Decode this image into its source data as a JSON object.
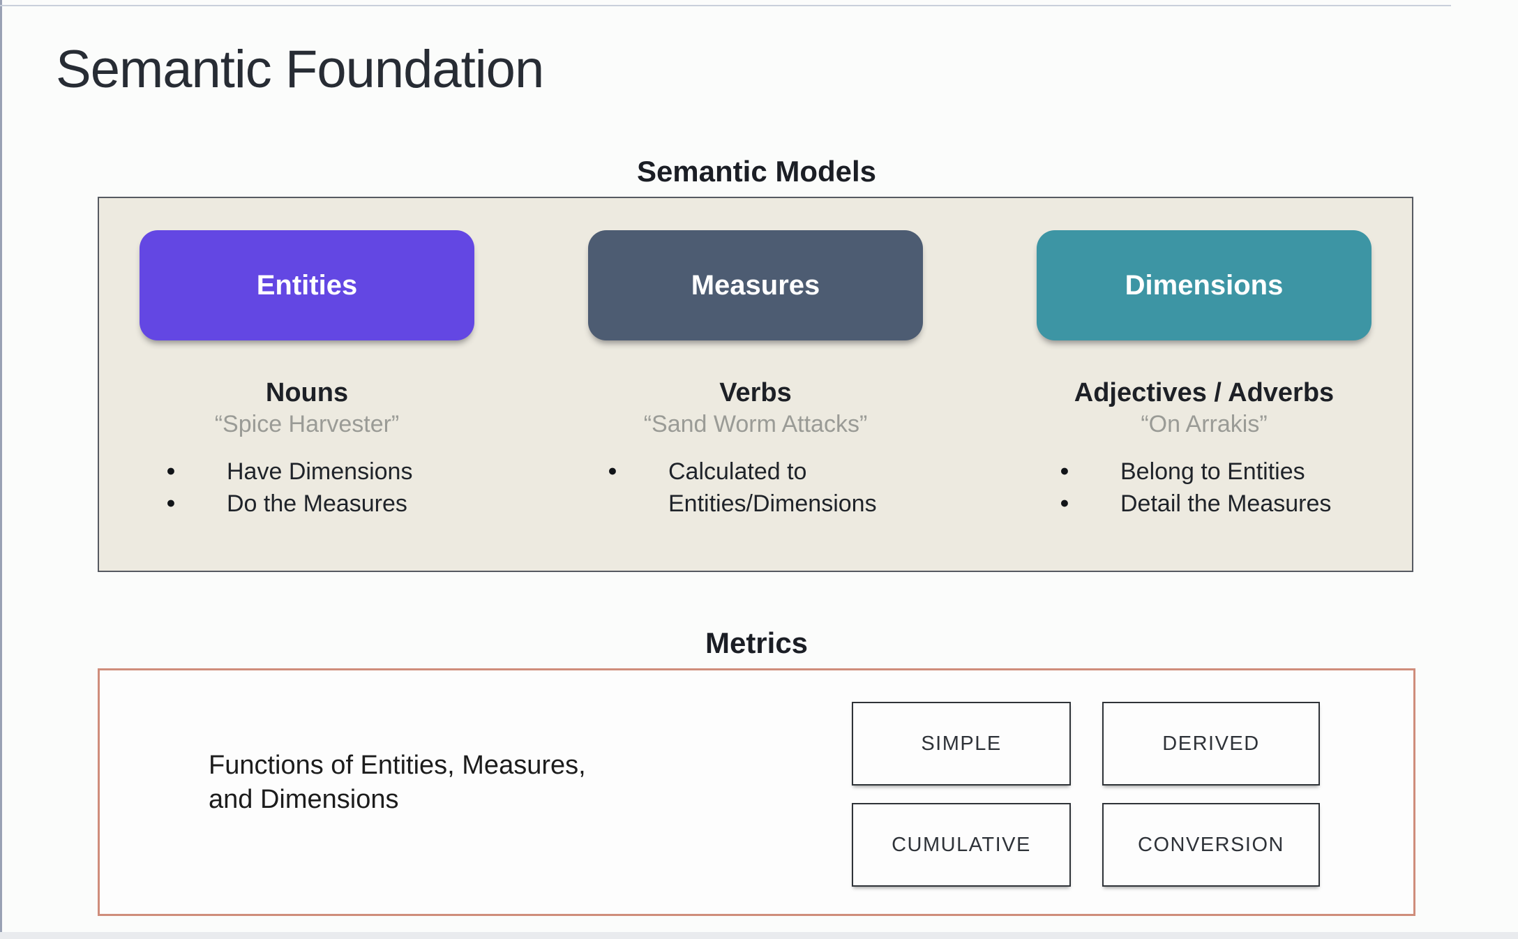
{
  "slide": {
    "title": "Semantic Foundation"
  },
  "semantic_models": {
    "heading": "Semantic Models",
    "columns": [
      {
        "pill": "Entities",
        "pill_color": "#6347e3",
        "subtitle": "Nouns",
        "quote": "“Spice Harvester”",
        "bullets": [
          "Have Dimensions",
          "Do the Measures"
        ]
      },
      {
        "pill": "Measures",
        "pill_color": "#4d5c72",
        "subtitle": "Verbs",
        "quote": "“Sand Worm Attacks”",
        "bullets": [
          "Calculated to Entities/Dimensions"
        ]
      },
      {
        "pill": "Dimensions",
        "pill_color": "#3d95a4",
        "subtitle": "Adjectives / Adverbs",
        "quote": "“On Arrakis”",
        "bullets": [
          "Belong to Entities",
          "Detail the Measures"
        ]
      }
    ]
  },
  "metrics": {
    "heading": "Metrics",
    "description": "Functions of Entities, Measures,\nand Dimensions",
    "types": [
      "SIMPLE",
      "DERIVED",
      "CUMULATIVE",
      "CONVERSION"
    ],
    "border_color": "#cf8d7b"
  },
  "colors": {
    "models_box_background": "#edeae0",
    "models_box_border": "#565a61",
    "page_background": "#fbfcfb",
    "quote_text": "#9a9b96",
    "heading_text": "#1b1e25"
  }
}
